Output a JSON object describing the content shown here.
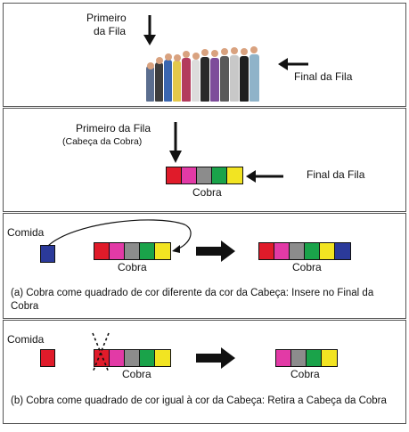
{
  "colors": {
    "red": "#e01b2a",
    "magenta": "#e23aa6",
    "gray": "#8c8c8c",
    "green": "#1aa34a",
    "yellow": "#f2e422",
    "blue": "#2b3a9a"
  },
  "panel1": {
    "first_label_line1": "Primeiro",
    "first_label_line2": "da Fila",
    "last_label": "Final da Fila"
  },
  "panel2": {
    "first_label": "Primeiro da Fila",
    "head_label": "(Cabeça da Cobra)",
    "snake_label": "Cobra",
    "last_label": "Final da Fila"
  },
  "panel3": {
    "food_label": "Comida",
    "snake_before_label": "Cobra",
    "snake_after_label": "Cobra",
    "caption": "(a) Cobra come quadrado de cor diferente da cor da Cabeça: Insere no Final da Cobra"
  },
  "panel4": {
    "food_label": "Comida",
    "snake_before_label": "Cobra",
    "snake_after_label": "Cobra",
    "caption": "(b) Cobra come quadrado de cor igual à cor da Cabeça: Retira a Cabeça da Cobra"
  },
  "snakes": {
    "panel2": [
      "red",
      "magenta",
      "gray",
      "green",
      "yellow"
    ],
    "panel3_before": [
      "red",
      "magenta",
      "gray",
      "green",
      "yellow"
    ],
    "panel3_after": [
      "red",
      "magenta",
      "gray",
      "green",
      "yellow",
      "blue"
    ],
    "panel4_before": [
      "red",
      "magenta",
      "gray",
      "green",
      "yellow"
    ],
    "panel4_after": [
      "magenta",
      "gray",
      "green",
      "yellow"
    ]
  },
  "food": {
    "panel3": "blue",
    "panel4": "red"
  }
}
